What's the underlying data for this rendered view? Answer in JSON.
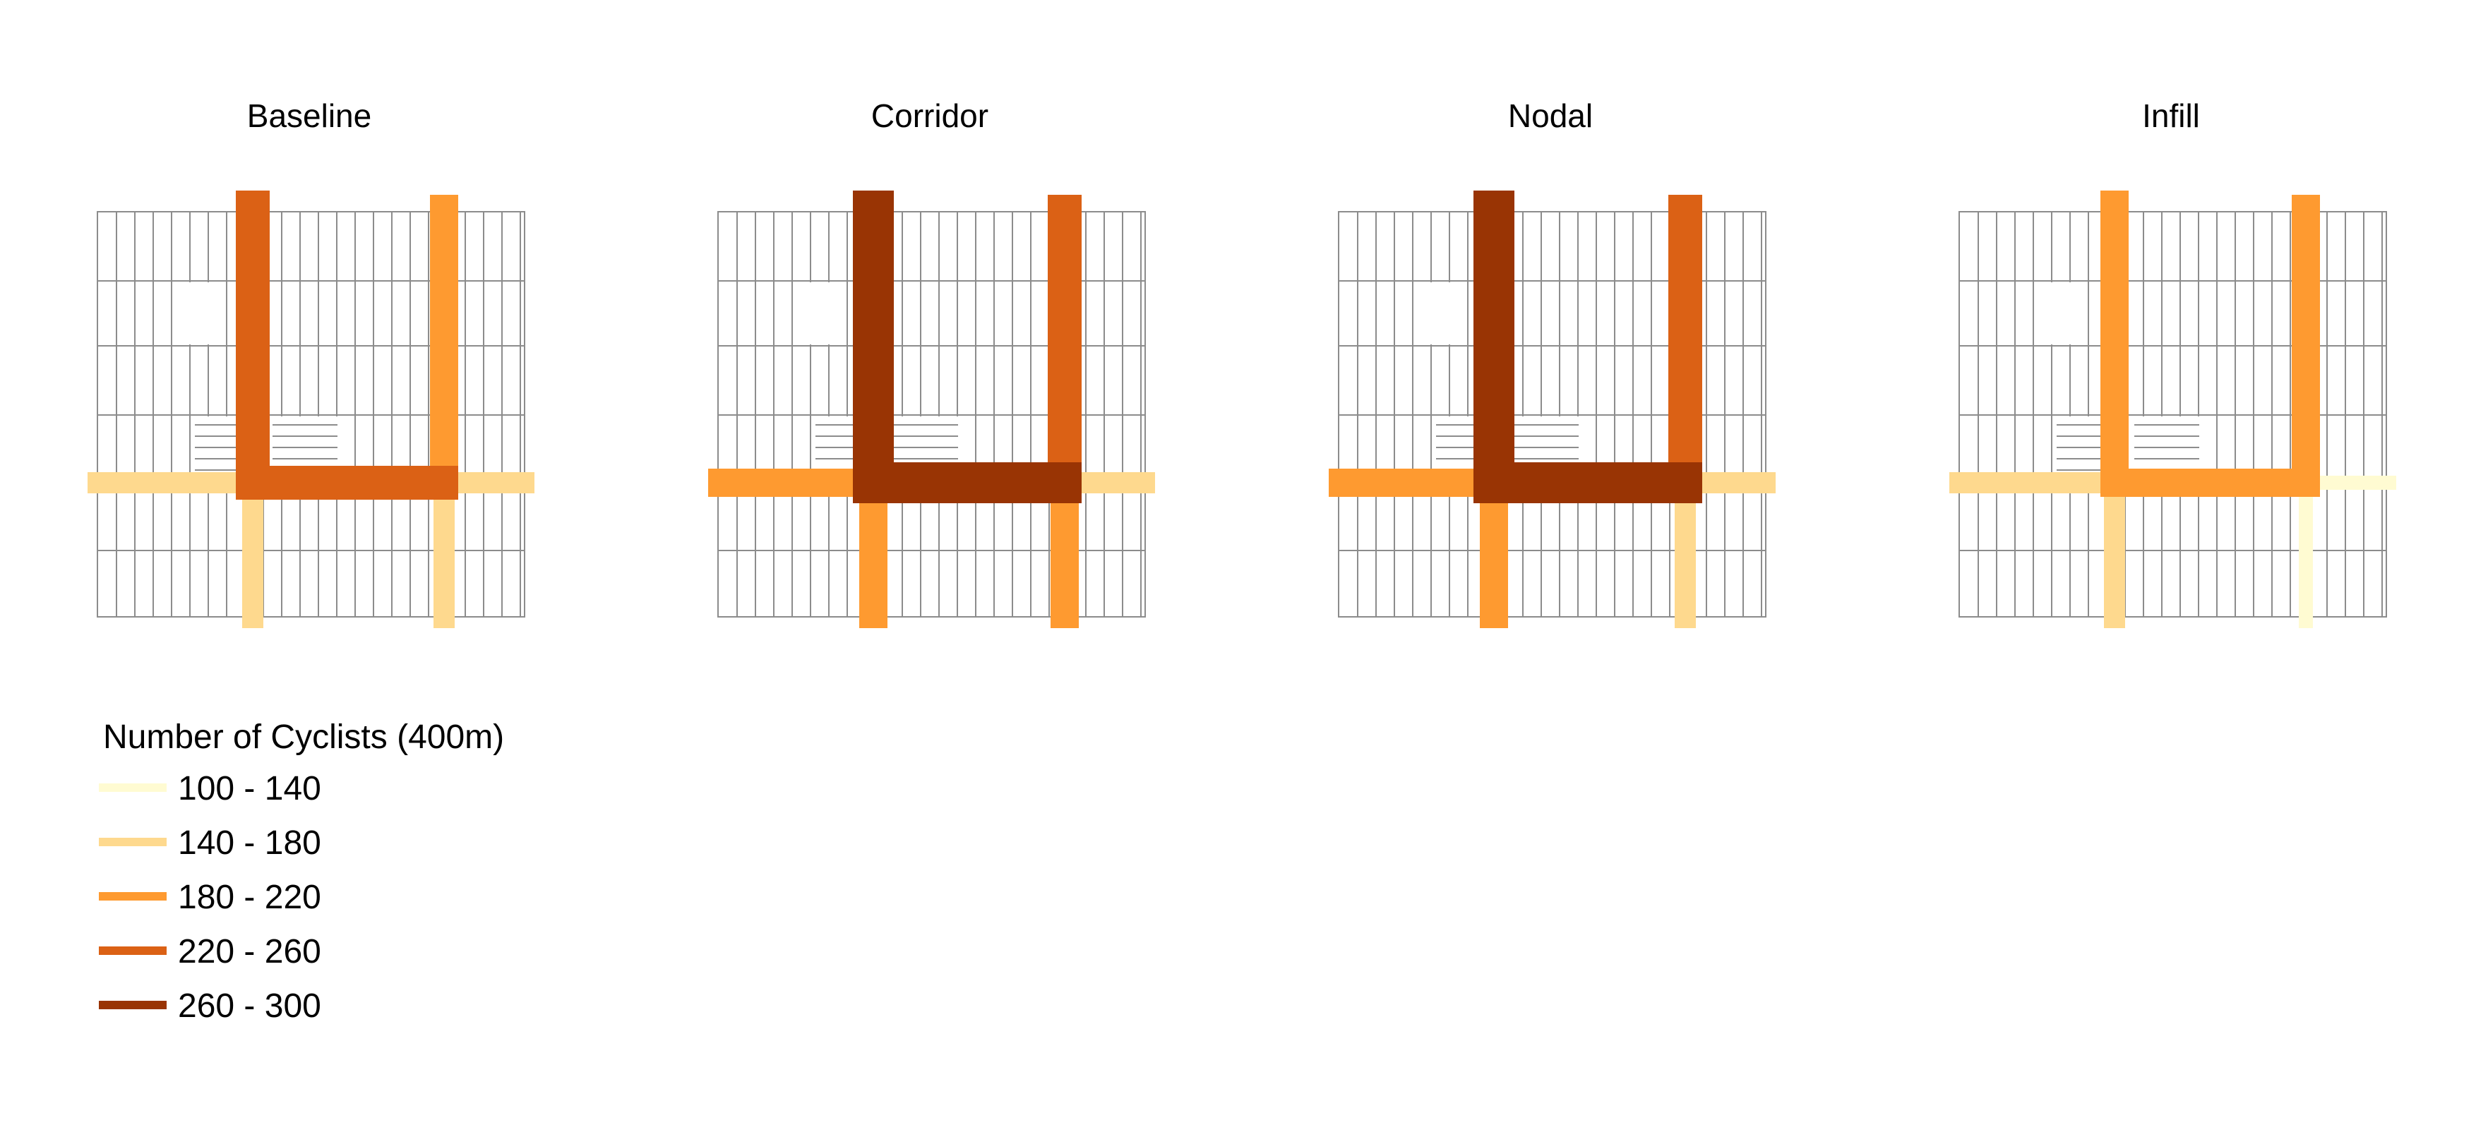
{
  "legend": {
    "title": "Number of Cyclists (400m)",
    "classes": [
      {
        "label": "100 - 140",
        "color": "#FFFBD2"
      },
      {
        "label": "140 - 180",
        "color": "#FED98E"
      },
      {
        "label": "180 - 220",
        "color": "#FE9A30"
      },
      {
        "label": "220 - 260",
        "color": "#DB6115"
      },
      {
        "label": "260 - 300",
        "color": "#993404"
      }
    ]
  },
  "colors": {
    "grid_line": "#8c8c8c",
    "background": "#ffffff"
  },
  "panels": [
    {
      "title": "Baseline",
      "segments": {
        "west_street": 1,
        "east_street": 1,
        "north_west_avenue": 3,
        "north_east_avenue": 2,
        "south_west_avenue": 1,
        "south_east_avenue": 1,
        "central_link": 3
      }
    },
    {
      "title": "Corridor",
      "segments": {
        "west_street": 2,
        "east_street": 1,
        "north_west_avenue": 4,
        "north_east_avenue": 3,
        "south_west_avenue": 2,
        "south_east_avenue": 2,
        "central_link": 4
      }
    },
    {
      "title": "Nodal",
      "segments": {
        "west_street": 2,
        "east_street": 1,
        "north_west_avenue": 4,
        "north_east_avenue": 3,
        "south_west_avenue": 2,
        "south_east_avenue": 1,
        "central_link": 4
      }
    },
    {
      "title": "Infill",
      "segments": {
        "west_street": 1,
        "east_street": 0,
        "north_west_avenue": 2,
        "north_east_avenue": 2,
        "south_west_avenue": 1,
        "south_east_avenue": 0,
        "central_link": 2
      }
    }
  ]
}
